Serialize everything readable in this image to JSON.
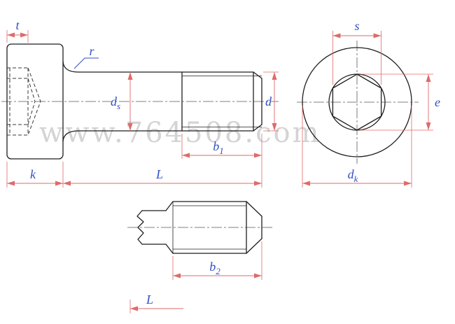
{
  "watermark": {
    "text": "www.764508.com"
  },
  "colors": {
    "outline": "#1f1f1f",
    "dimension": "#e06a6a",
    "label": "#3350c2",
    "centerline": "#5a5a5a",
    "hidden": "#3a3a3a",
    "watermark": "#d4d4d4",
    "background": "#ffffff"
  },
  "views": {
    "side": {
      "labels": {
        "t": "t",
        "r": "r",
        "ds_base": "d",
        "ds_sub": "s",
        "d": "d",
        "b1_base": "b",
        "b1_sub": "1",
        "k": "k",
        "L": "L"
      }
    },
    "end": {
      "labels": {
        "s": "s",
        "e": "e",
        "dk_base": "d",
        "dk_sub": "k"
      }
    },
    "detail": {
      "labels": {
        "b2_base": "b",
        "b2_sub": "2",
        "L": "L"
      }
    }
  }
}
